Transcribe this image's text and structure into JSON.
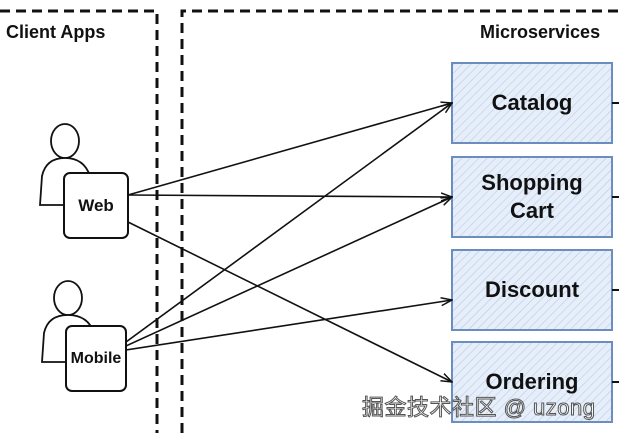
{
  "groups": {
    "client_apps": {
      "title": "Client Apps"
    },
    "microservices": {
      "title": "Microservices"
    }
  },
  "clients": [
    {
      "id": "web",
      "label": "Web",
      "icon": "user-icon"
    },
    {
      "id": "mobile",
      "label": "Mobile",
      "icon": "user-icon"
    }
  ],
  "services": [
    {
      "id": "catalog",
      "label": "Catalog"
    },
    {
      "id": "shopping_cart",
      "label": "Shopping\nCart",
      "line1": "Shopping",
      "line2": "Cart"
    },
    {
      "id": "discount",
      "label": "Discount"
    },
    {
      "id": "ordering",
      "label": "Ordering"
    }
  ],
  "connections": [
    {
      "from": "web",
      "to": "catalog"
    },
    {
      "from": "web",
      "to": "shopping_cart"
    },
    {
      "from": "web",
      "to": "ordering"
    },
    {
      "from": "mobile",
      "to": "catalog"
    },
    {
      "from": "mobile",
      "to": "shopping_cart"
    },
    {
      "from": "mobile",
      "to": "discount"
    }
  ],
  "colors": {
    "service_fill": "#dae8fc",
    "service_stroke": "#6c8ebf",
    "line": "#111111"
  },
  "watermark": "掘金技术社区 @ uzong"
}
